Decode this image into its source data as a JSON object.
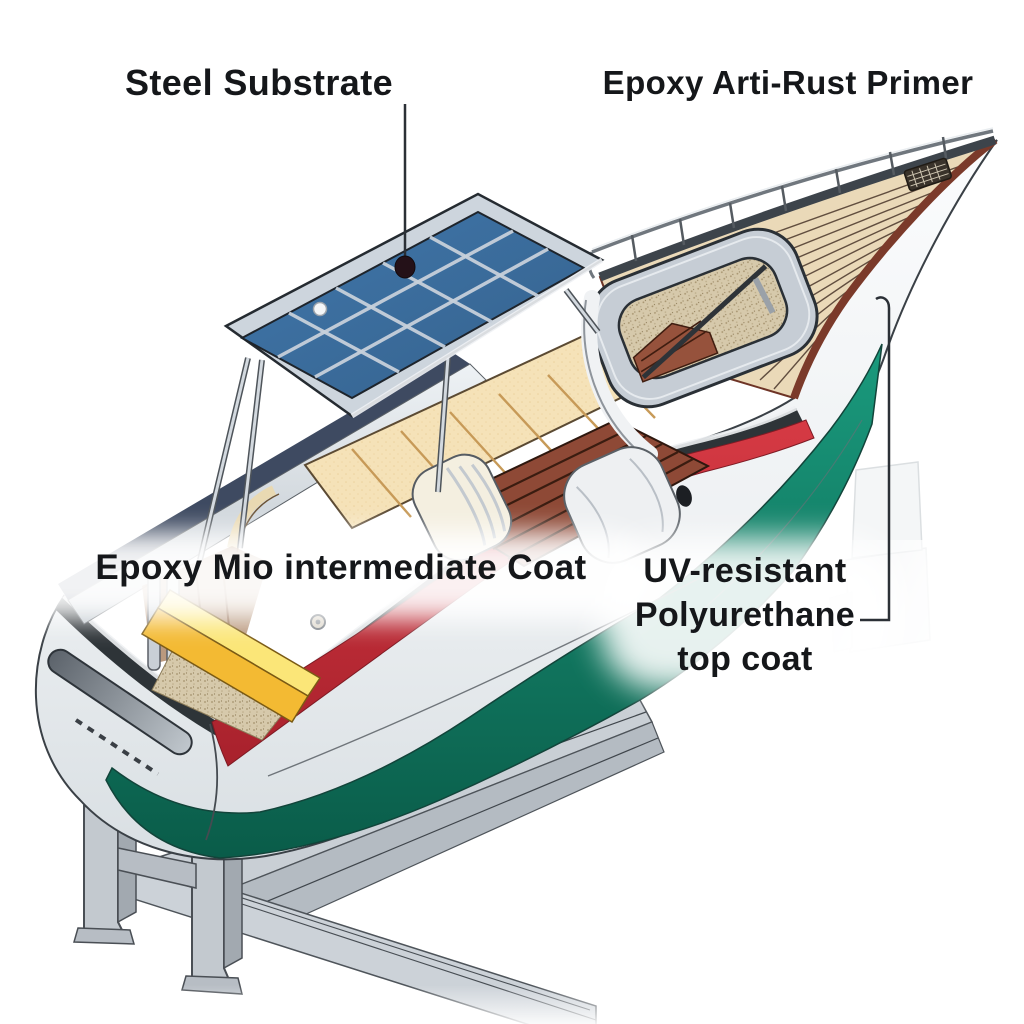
{
  "diagram": {
    "labels": {
      "steel": "Steel Substrate",
      "primer": "Epoxy Arti-Rust Primer",
      "mio": "Epoxy Mio intermediate Coat",
      "uv_line1": "UV-resistant",
      "uv_line2": "Polyurethane",
      "uv_line3": "top coat"
    },
    "palette": {
      "topcoat_white": "#f3f5f6",
      "antifoul_green": "#11937a",
      "sheer_stripe_red": "#c8303c",
      "rub_rail_black": "#2e3438",
      "mio_yellow_deep": "#f3ba33",
      "mio_yellow_light": "#fbe678",
      "canopy_blue": "#3f70a4",
      "deck_teak_tan": "#ead9b8",
      "deck_border_maroon": "#7b3a2a",
      "interior_cream": "#f5e2b8",
      "floor_wood_brown": "#8e4936",
      "boat_stand_gray": "#c5cbd1",
      "label_text": "#15171a"
    }
  }
}
